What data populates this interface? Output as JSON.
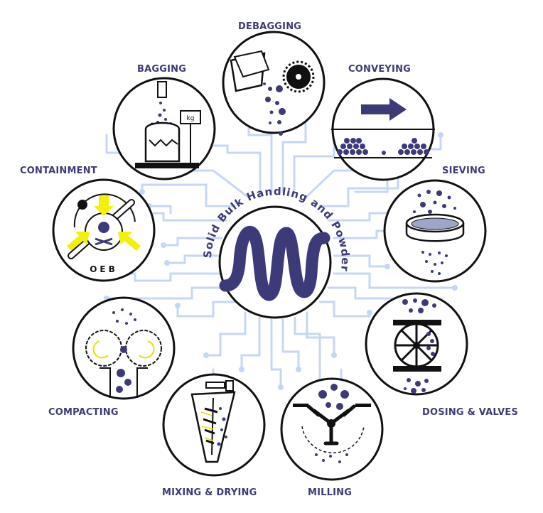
{
  "center": {
    "title": "Solid Bulk Handling and Powder Processing",
    "logo_icon": "wave-m-logo-icon"
  },
  "segments": [
    {
      "id": "debagging",
      "label": "DEBAGGING",
      "icon": "sack-with-rotary-blade-icon"
    },
    {
      "id": "conveying",
      "label": "CONVEYING",
      "icon": "arrow-over-particles-icon"
    },
    {
      "id": "sieving",
      "label": "SIEVING",
      "icon": "sieve-tray-icon"
    },
    {
      "id": "dosing",
      "label": "DOSING & VALVES",
      "icon": "rotary-valve-icon"
    },
    {
      "id": "milling",
      "label": "MILLING",
      "icon": "rotor-mill-icon"
    },
    {
      "id": "mixing",
      "label": "MIXING & DRYING",
      "icon": "conical-screw-mixer-icon"
    },
    {
      "id": "compacting",
      "label": "COMPACTING",
      "icon": "roller-compactor-gears-icon"
    },
    {
      "id": "containment",
      "label": "CONTAINMENT",
      "icon": "oeb-hazard-icon"
    },
    {
      "id": "bagging",
      "label": "BAGGING",
      "icon": "bag-on-scale-icon"
    }
  ],
  "icon_texts": {
    "scale_unit": "kg",
    "containment_badge": "OEB"
  },
  "colors": {
    "primary": "#3c3a79",
    "circuit": "#c5d7f4",
    "accent": "#f3f00a",
    "outline": "#111111"
  }
}
